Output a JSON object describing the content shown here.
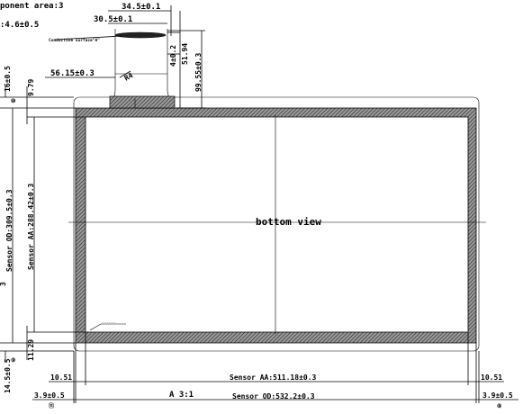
{
  "view_label": "bottom view",
  "scale_label": "A 3:1",
  "header": {
    "component_area": "ponent area:3",
    "thickness": ":4.6±0.5"
  },
  "tail": {
    "width_outer": "34.5±0.1",
    "width_inner": "30.5±0.1",
    "conductive_surface": "Conductive surface\"A\"",
    "len_small": "4±0.2",
    "len_mid": "51.94",
    "len_total": "99.55±0.3",
    "radius": "R4",
    "offset": "56.15±0.3"
  },
  "left_dims": {
    "top_offset": "16±0.5",
    "top_border": "9.79",
    "sensor_od_h": "Sensor OD:309.5±0.3",
    "sensor_aa_h": "Sensor AA:288.42±0.3",
    "bottom_border": "11.29",
    "bottom_offset": "14.5±0.5",
    "left_edge_num": "3"
  },
  "bottom_dims": {
    "left_border": "10.51",
    "sensor_aa_w": "Sensor AA:511.18±0.3",
    "right_border": "10.51",
    "left_offset": "3.9±0.5",
    "sensor_od_w": "Sensor OD:532.2±0.3",
    "right_offset": "3.9±0.5"
  },
  "markers": {
    "m10": "⑩",
    "m11": "⑪",
    "m9": "⑨",
    "m8": "⑧"
  },
  "colors": {
    "line": "#000000",
    "hatch": "#555555",
    "background": "#ffffff"
  }
}
